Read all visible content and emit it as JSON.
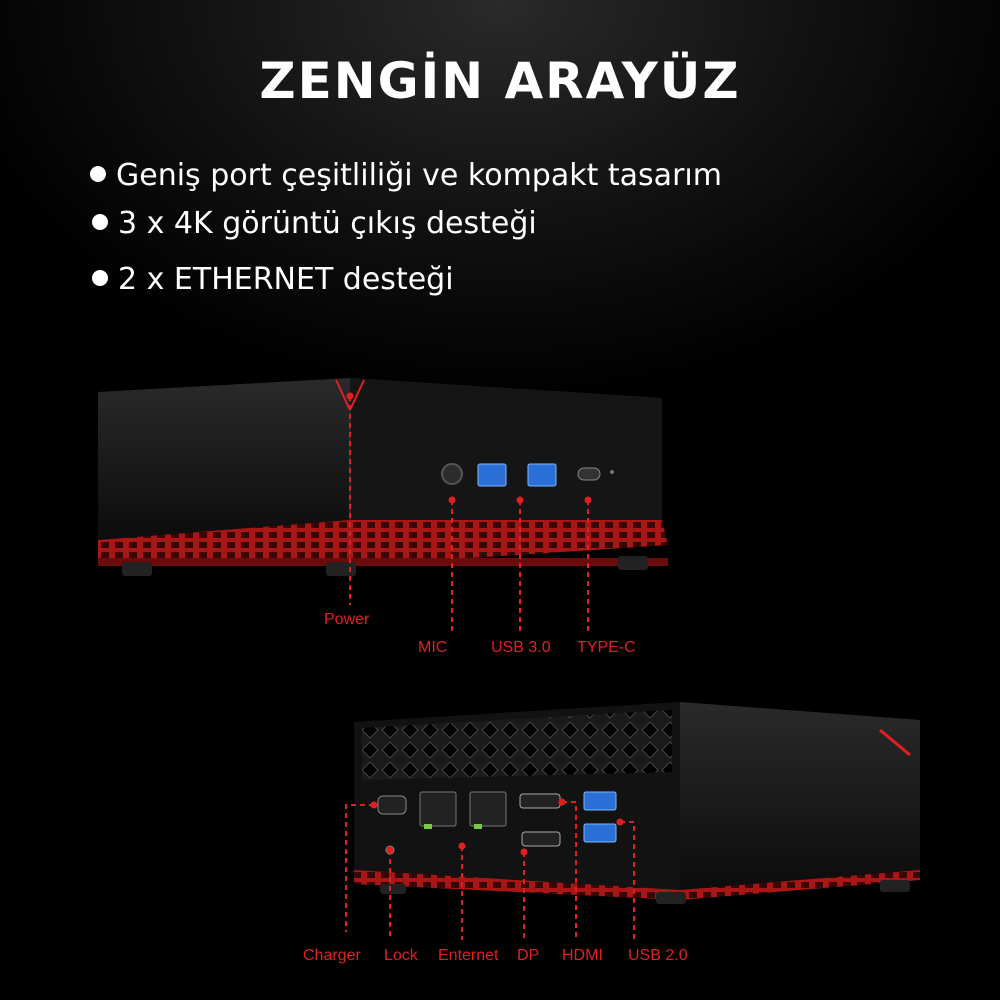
{
  "title": "ZENGİN ARAYÜZ",
  "features": [
    "Geniş port çeşitliliği ve kompakt tasarım",
    "3 x 4K görüntü çıkış desteği",
    "2 x ETHERNET desteği"
  ],
  "front_labels": {
    "power": "Power",
    "mic": "MIC",
    "usb3": "USB 3.0",
    "typec": "TYPE-C"
  },
  "rear_labels": {
    "charger": "Charger",
    "lock": "Lock",
    "ethernet": "Enternet",
    "dp": "DP",
    "hdmi": "HDMI",
    "usb2": "USB 2.0"
  },
  "colors": {
    "accent": "#e02020",
    "chassis": "#111111",
    "base": "#b01818"
  }
}
